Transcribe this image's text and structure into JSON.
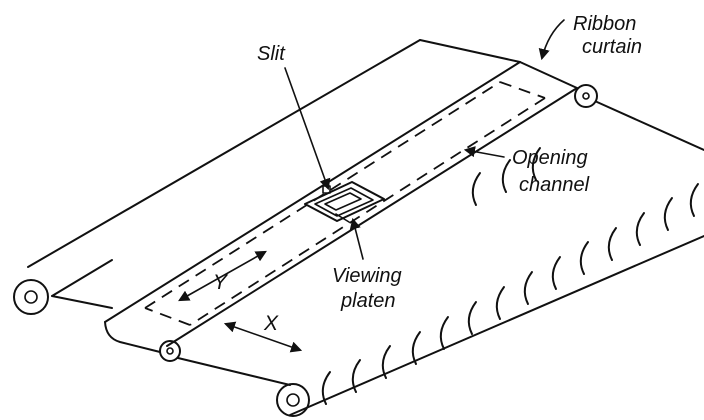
{
  "diagram": {
    "labels": {
      "slit": "Slit",
      "ribbon_line1": "Ribbon",
      "ribbon_line2": "curtain",
      "opening_line1": "Opening",
      "opening_line2": "channel",
      "viewing_line1": "Viewing",
      "viewing_line2": "platen",
      "axis_y": "Y",
      "axis_x": "X"
    }
  }
}
